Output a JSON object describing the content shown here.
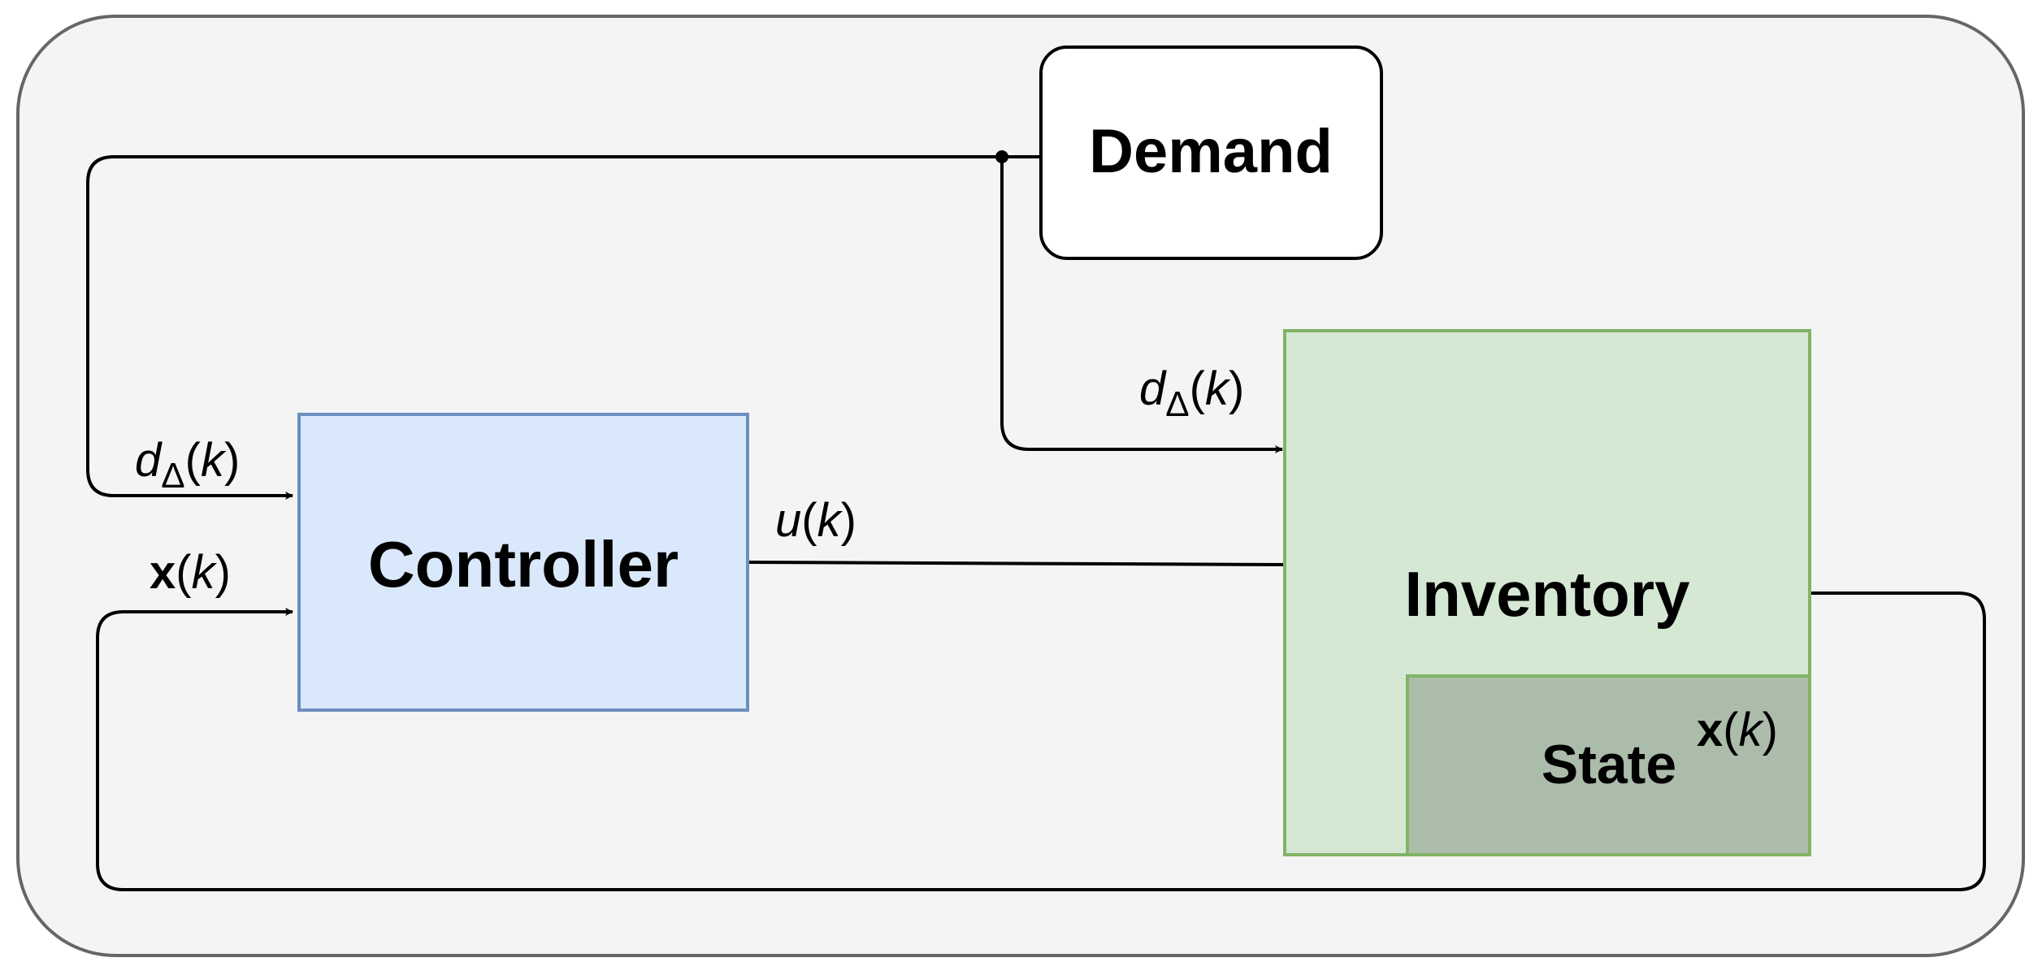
{
  "blocks": {
    "demand": "Demand",
    "controller": "Controller",
    "inventory": "Inventory",
    "state": "State"
  },
  "signals": {
    "demand_to_controller": {
      "base": "d",
      "sub": "Δ",
      "arg": "k"
    },
    "demand_to_inventory": {
      "base": "d",
      "sub": "Δ",
      "arg": "k"
    },
    "control_input": {
      "base": "u",
      "arg": "k"
    },
    "state_feedback": {
      "base": "x",
      "arg": "k"
    },
    "state_label": {
      "base": "x",
      "arg": "k"
    }
  },
  "colors": {
    "frame_fill": "#f4f4f4",
    "frame_stroke": "#666666",
    "controller_fill": "#dae8fc",
    "controller_stroke": "#6c8ebf",
    "inventory_fill": "#d5e8d4",
    "inventory_stroke": "#82b366",
    "state_fill": "#abbcab",
    "demand_fill": "#ffffff",
    "line": "#000000"
  }
}
